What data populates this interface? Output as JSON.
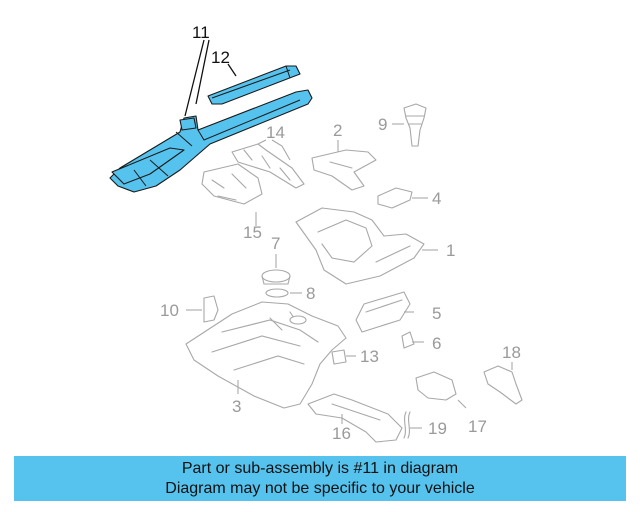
{
  "diagram": {
    "callouts": [
      {
        "id": "11",
        "label": "11"
      },
      {
        "id": "12",
        "label": "12"
      },
      {
        "id": "1",
        "label": "1"
      },
      {
        "id": "2",
        "label": "2"
      },
      {
        "id": "3",
        "label": "3"
      },
      {
        "id": "4",
        "label": "4"
      },
      {
        "id": "5",
        "label": "5"
      },
      {
        "id": "6",
        "label": "6"
      },
      {
        "id": "7",
        "label": "7"
      },
      {
        "id": "8",
        "label": "8"
      },
      {
        "id": "9",
        "label": "9"
      },
      {
        "id": "10",
        "label": "10"
      },
      {
        "id": "13",
        "label": "13"
      },
      {
        "id": "14",
        "label": "14"
      },
      {
        "id": "15",
        "label": "15"
      },
      {
        "id": "16",
        "label": "16"
      },
      {
        "id": "17",
        "label": "17"
      },
      {
        "id": "18",
        "label": "18"
      },
      {
        "id": "19",
        "label": "19"
      }
    ],
    "highlight_color": "#56c3ee",
    "part_outline_color": "#a8a8a8"
  },
  "banner": {
    "line1": "Part or sub-assembly is #11 in diagram",
    "line2": "Diagram may not be specific to your vehicle",
    "color": "#56c3ee"
  }
}
